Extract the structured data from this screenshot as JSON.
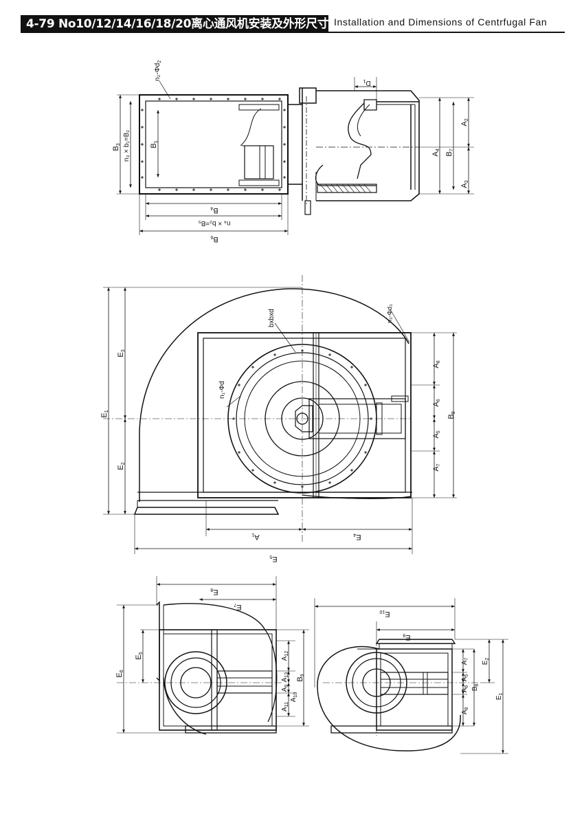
{
  "header": {
    "title_cn": "4-79 No10/12/14/16/18/20离心通风机安装及外形尺寸",
    "title_en": "Installation and Dimensions of Centrfugal Fan"
  },
  "labels": {
    "d1": {
      "main": "D",
      "sub": "1"
    },
    "n2d2": {
      "main": "n₂-Φd",
      "sub": "2"
    },
    "b3": {
      "main": "B",
      "sub": "3"
    },
    "n3b1": "n₃ × b₁=B₂",
    "b1": {
      "main": "B",
      "sub": "1"
    },
    "b4": {
      "main": "B",
      "sub": "4"
    },
    "n4b2": "n₄ × b₂=B₅",
    "b6": {
      "main": "B",
      "sub": "6"
    },
    "a4": {
      "main": "A",
      "sub": "4"
    },
    "b7": {
      "main": "B",
      "sub": "7"
    },
    "a2": {
      "main": "A",
      "sub": "2"
    },
    "a3": {
      "main": "A",
      "sub": "3"
    },
    "bxbxd": "bxbxd",
    "n3d3": "n₃-Φd₃",
    "n1d": "n₁-Φd",
    "e1": {
      "main": "E",
      "sub": "1"
    },
    "e3": {
      "main": "E",
      "sub": "3"
    },
    "e2": {
      "main": "E",
      "sub": "2"
    },
    "a8": {
      "main": "A",
      "sub": "8"
    },
    "a6": {
      "main": "A",
      "sub": "6"
    },
    "a5": {
      "main": "A",
      "sub": "5"
    },
    "a7": {
      "main": "A",
      "sub": "7"
    },
    "b8": {
      "main": "B",
      "sub": "8"
    },
    "a1": {
      "main": "A",
      "sub": "1"
    },
    "e4": {
      "main": "E",
      "sub": "4"
    },
    "e5": {
      "main": "E",
      "sub": "5"
    },
    "e6": {
      "main": "E",
      "sub": "6"
    },
    "e7": {
      "main": "E",
      "sub": "7"
    },
    "e8": {
      "main": "E",
      "sub": "8"
    },
    "a12": {
      "main": "A",
      "sub": "12"
    },
    "a13": {
      "main": "A",
      "sub": "13"
    },
    "a9": {
      "main": "A",
      "sub": "9"
    },
    "a10": {
      "main": "A",
      "sub": "10"
    },
    "a11": {
      "main": "A",
      "sub": "11"
    },
    "b9": {
      "main": "B",
      "sub": "9"
    },
    "e10": {
      "main": "E",
      "sub": "10"
    },
    "e9": {
      "main": "E",
      "sub": "9"
    }
  }
}
